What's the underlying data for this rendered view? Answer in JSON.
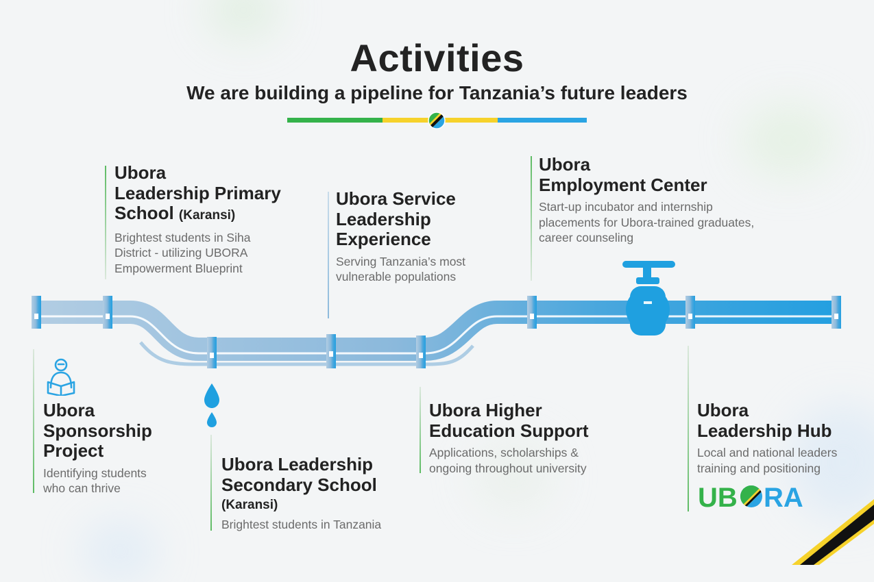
{
  "title": "Activities",
  "subtitle": "We are building a pipeline for Tanzania’s future leaders",
  "colors": {
    "green": "#34b24a",
    "yellow": "#f6d22b",
    "blue": "#2aa4e3",
    "pipe_light": "#a9c8e1",
    "pipe_dark": "#2f9fd8"
  },
  "activities": {
    "sponsorship": {
      "title": "Ubora\nSponsorship\nProject",
      "desc": "Identifying students\nwho can thrive",
      "icon": "student-reading-icon"
    },
    "primary": {
      "title_main": "Ubora\nLeadership Primary\nSchool",
      "title_small": "(Karansi)",
      "desc": "Brightest students in Siha\nDistrict - utilizing UBORA\nEmpowerment Blueprint"
    },
    "secondary": {
      "title_main": "Ubora Leadership\nSecondary School",
      "title_small": "(Karansi)",
      "desc": "Brightest students in Tanzania",
      "icon": "water-drop-icon"
    },
    "service": {
      "title": "Ubora Service\nLeadership\nExperience",
      "desc": "Serving Tanzania’s most\nvulnerable populations"
    },
    "higher_ed": {
      "title": "Ubora Higher\nEducation Support",
      "desc": "Applications, scholarships &\nongoing throughout university"
    },
    "employment": {
      "title": "Ubora\nEmployment Center",
      "desc": "Start-up incubator and internship\nplacements for Ubora-trained graduates,\ncareer counseling"
    },
    "hub": {
      "title": "Ubora\nLeadership Hub",
      "desc": "Local and national leaders\ntraining and positioning"
    }
  },
  "logo": {
    "text_left": "UB",
    "text_right": "RA"
  }
}
